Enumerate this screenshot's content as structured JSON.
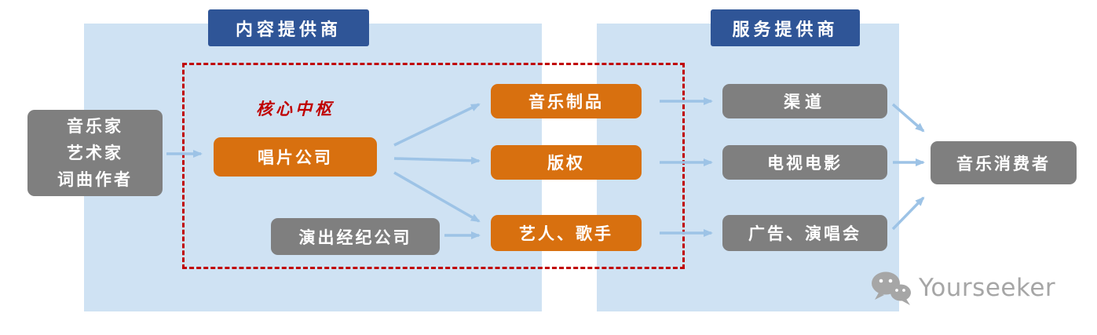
{
  "headers": {
    "content_provider": "内容提供商",
    "service_provider": "服务提供商"
  },
  "core_hub": {
    "label": "核心中枢"
  },
  "nodes": {
    "creators": {
      "line1": "音乐家",
      "line2": "艺术家",
      "line3": "词曲作者"
    },
    "record_company": {
      "label": "唱片公司"
    },
    "performance_agency": {
      "label": "演出经纪公司"
    },
    "music_products": {
      "label": "音乐制品"
    },
    "copyright": {
      "label": "版权"
    },
    "artists_singers": {
      "label": "艺人、歌手"
    },
    "channel": {
      "label": "渠道"
    },
    "tv_film": {
      "label": "电视电影"
    },
    "ads_concerts": {
      "label": "广告、演唱会"
    },
    "music_consumers": {
      "label": "音乐消费者"
    }
  },
  "edges": [
    {
      "from": "creators",
      "to": "record_company"
    },
    {
      "from": "record_company",
      "to": "music_products"
    },
    {
      "from": "record_company",
      "to": "copyright"
    },
    {
      "from": "record_company",
      "to": "artists_singers"
    },
    {
      "from": "performance_agency",
      "to": "artists_singers"
    },
    {
      "from": "music_products",
      "to": "channel"
    },
    {
      "from": "copyright",
      "to": "tv_film"
    },
    {
      "from": "artists_singers",
      "to": "ads_concerts"
    },
    {
      "from": "channel",
      "to": "music_consumers"
    },
    {
      "from": "tv_film",
      "to": "music_consumers"
    },
    {
      "from": "ads_concerts",
      "to": "music_consumers"
    }
  ],
  "watermark": {
    "brand": "Yourseeker",
    "icon": "wechat-icon"
  },
  "colors": {
    "panel_blue": "#cfe2f3",
    "header_blue": "#2f5597",
    "node_orange": "#d8700f",
    "node_gray": "#7f7f7f",
    "dashed_red": "#c00000",
    "arrow_blue": "#9dc3e6",
    "watermark_gray": "#a6a6a6"
  }
}
